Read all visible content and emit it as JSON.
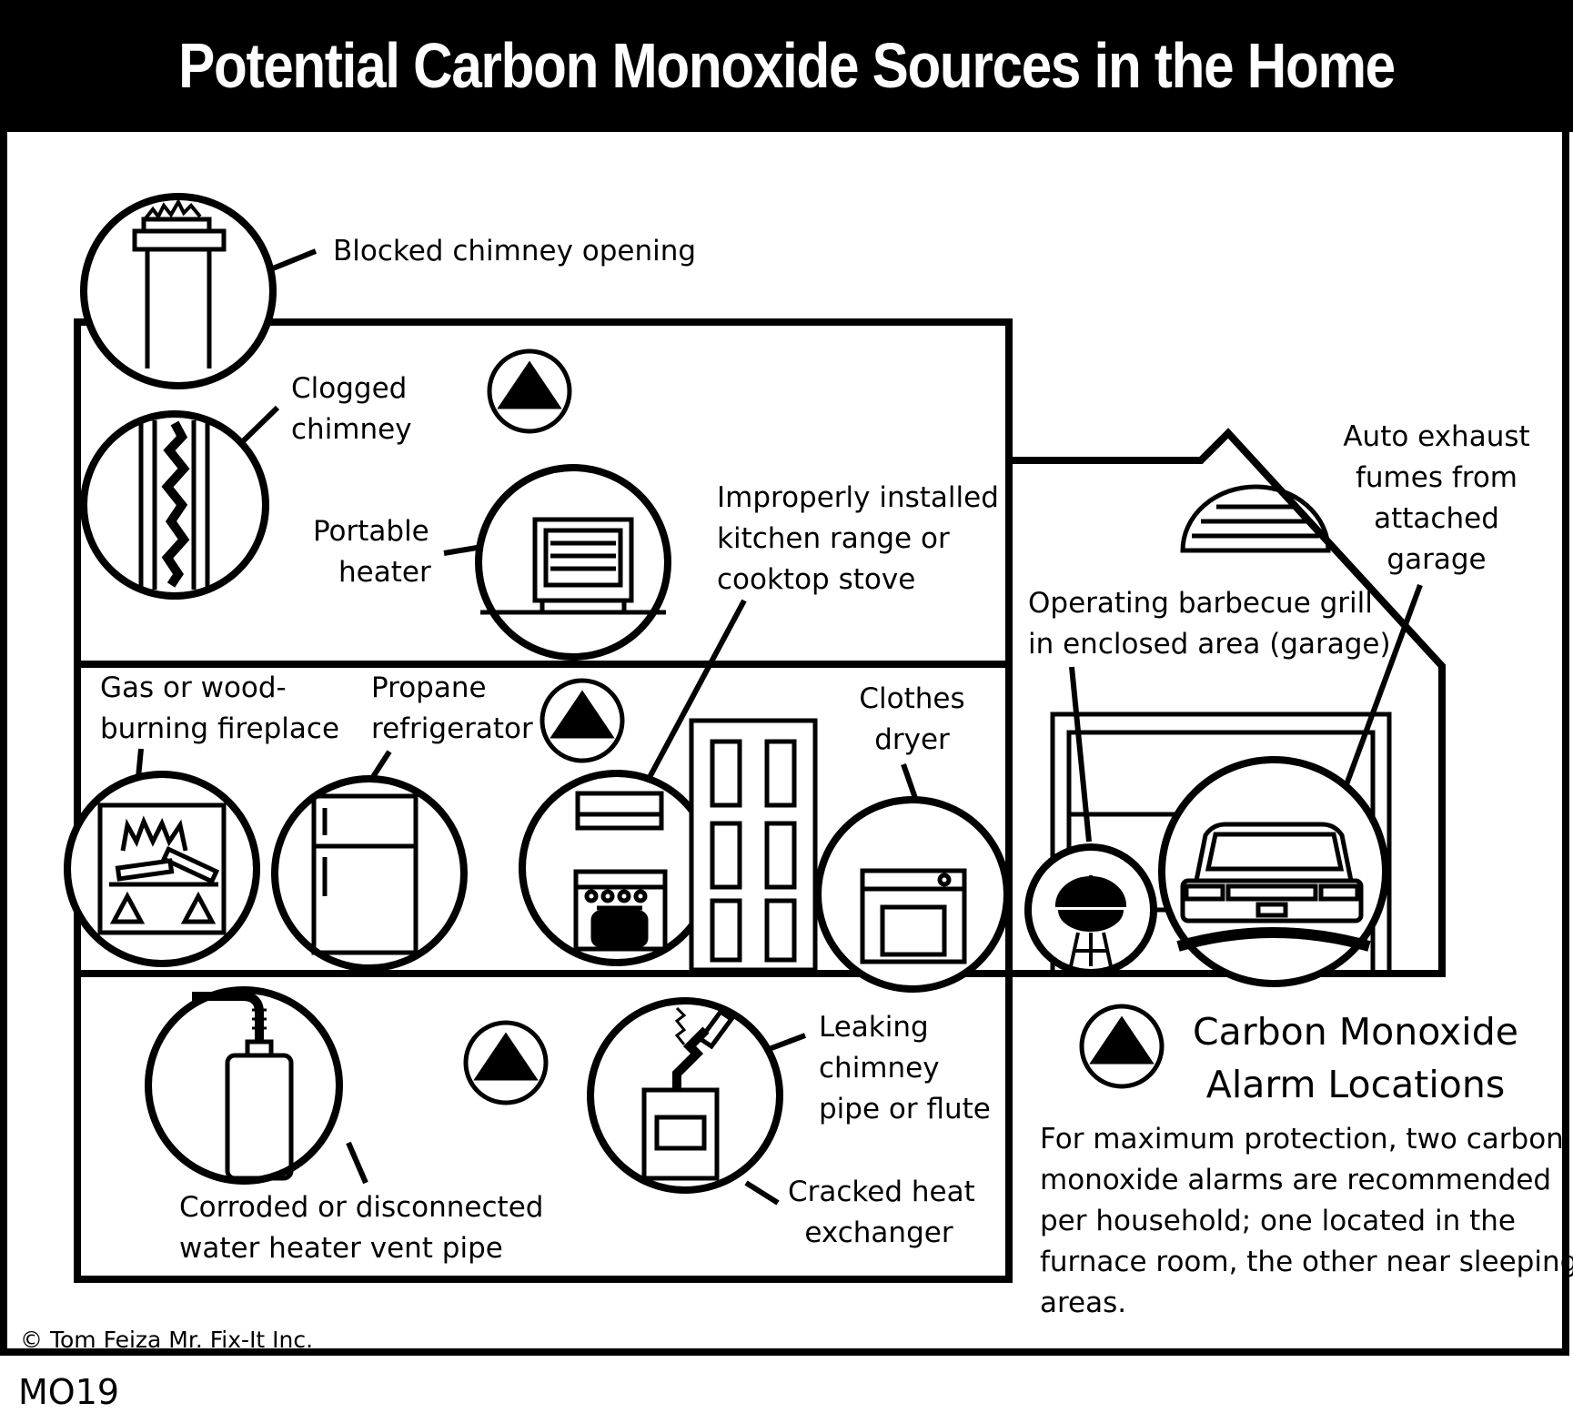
{
  "title": "Potential Carbon Monoxide Sources in the Home",
  "labels": {
    "blocked_chimney": "Blocked chimney opening",
    "clogged_chimney": [
      "Clogged",
      "chimney"
    ],
    "portable_heater": [
      "Portable",
      "heater"
    ],
    "kitchen_range": [
      "Improperly installed",
      "kitchen range or",
      "cooktop stove"
    ],
    "fireplace": [
      "Gas or wood-",
      "burning fireplace"
    ],
    "refrigerator": [
      "Propane",
      "refrigerator"
    ],
    "clothes_dryer": [
      "Clothes",
      "dryer"
    ],
    "auto_exhaust": [
      "Auto exhaust",
      "fumes from",
      "attached",
      "garage"
    ],
    "bbq_grill": [
      "Operating barbecue grill",
      "in enclosed area (garage)"
    ],
    "water_heater": [
      "Corroded or disconnected",
      "water heater vent pipe"
    ],
    "leaking_chimney": [
      "Leaking",
      "chimney",
      "pipe or flute"
    ],
    "heat_exchanger": [
      "Cracked heat",
      "exchanger"
    ]
  },
  "legend": {
    "title": [
      "Carbon Monoxide",
      "Alarm Locations"
    ],
    "note": [
      "For maximum protection, two carbon",
      "monoxide alarms are recommended",
      "per household; one located in the",
      "furnace room, the other near sleeping",
      "areas."
    ]
  },
  "copyright": "© Tom Feiza Mr. Fix-It Inc.",
  "code": "MO19"
}
